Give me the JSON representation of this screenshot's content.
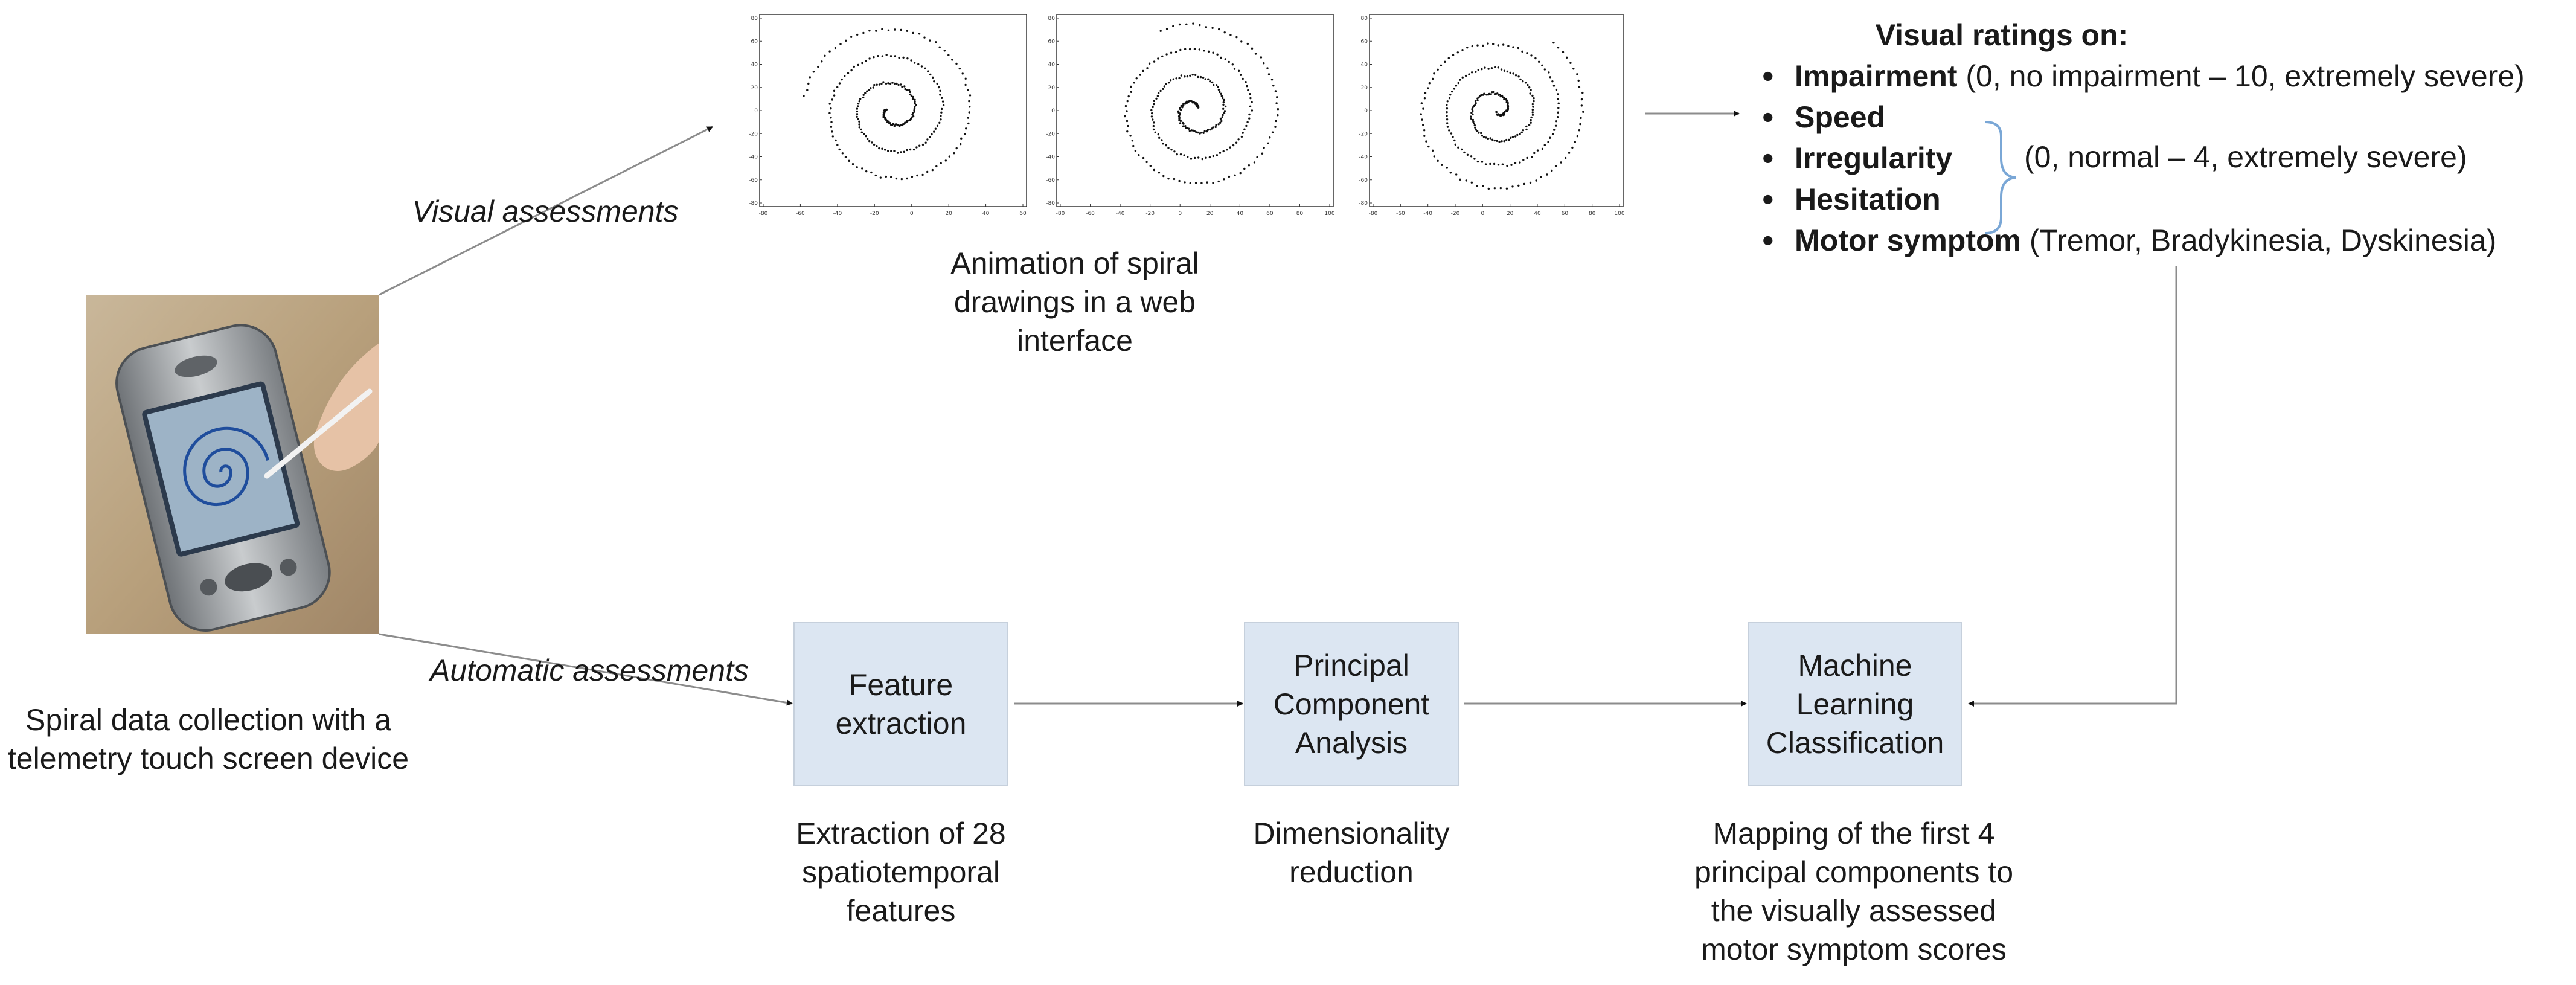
{
  "visual_assessments_label": "Visual assessments",
  "automatic_assessments_label": "Automatic assessments",
  "device_caption": "Spiral data collection with a telemetry touch screen device",
  "animation_caption": "Animation of spiral drawings in a web interface",
  "spiral_plots": [
    {
      "xticks": [
        "-80",
        "-60",
        "-40",
        "-20",
        "0",
        "20",
        "40",
        "60"
      ],
      "yticks": [
        "80",
        "60",
        "40",
        "20",
        "0",
        "-20",
        "-40",
        "-60",
        "-80"
      ]
    },
    {
      "xticks": [
        "-80",
        "-60",
        "-40",
        "-20",
        "0",
        "20",
        "40",
        "60",
        "80",
        "100"
      ],
      "yticks": [
        "80",
        "60",
        "40",
        "20",
        "0",
        "-20",
        "-40",
        "-60",
        "-80"
      ]
    },
    {
      "xticks": [
        "-80",
        "-60",
        "-40",
        "-20",
        "0",
        "20",
        "40",
        "60",
        "80",
        "100"
      ],
      "yticks": [
        "80",
        "60",
        "40",
        "20",
        "0",
        "-20",
        "-40",
        "-60",
        "-80"
      ]
    }
  ],
  "ratings": {
    "heading": "Visual ratings on:",
    "items": [
      {
        "bold": "Impairment",
        "rest": " (0, no impairment – 10, extremely severe)"
      },
      {
        "bold": "Speed",
        "rest": ""
      },
      {
        "bold": "Irregularity",
        "rest": ""
      },
      {
        "bold": "Hesitation",
        "rest": ""
      },
      {
        "bold": "Motor symptom",
        "rest": " (Tremor, Bradykinesia, Dyskinesia)"
      }
    ],
    "bracket_note": "(0, normal – 4, extremely severe)"
  },
  "steps": [
    {
      "box": "Feature extraction",
      "caption": "Extraction of 28 spatiotemporal features"
    },
    {
      "box": "Principal Component Analysis",
      "caption": "Dimensionality reduction"
    },
    {
      "box": "Machine Learning Classification",
      "caption": "Mapping of the first 4 principal components to the visually assessed motor symptom scores"
    }
  ],
  "colors": {
    "box_fill": "#dce6f2",
    "box_border": "#c6d0dc",
    "arrow": "#7f7f7f",
    "bracket": "#7aa7d6"
  }
}
